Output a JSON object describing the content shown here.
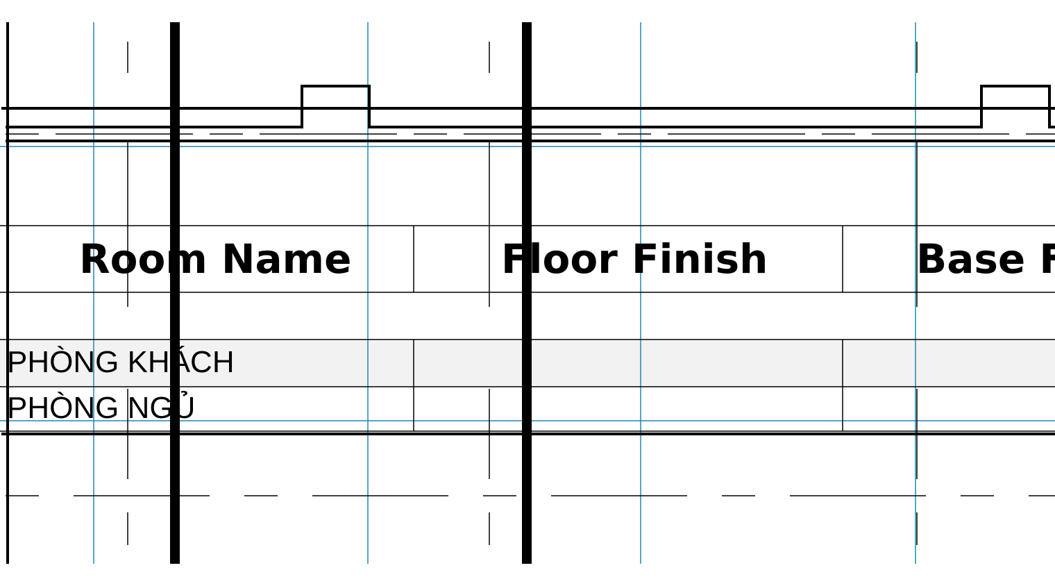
{
  "schedule": {
    "columns": [
      {
        "label": "Room Name"
      },
      {
        "label": "Floor Finish"
      },
      {
        "label": "Base F"
      }
    ],
    "rows": [
      {
        "room_name": "PHÒNG KHÁCH",
        "floor_finish": "",
        "base_finish": "",
        "highlighted": true
      },
      {
        "room_name": "PHÒNG NGỦ",
        "floor_finish": "",
        "base_finish": "",
        "highlighted": false
      }
    ]
  },
  "colors": {
    "background": "#ffffff",
    "ink": "#000000",
    "guide_line": "#1f87b0",
    "row_highlight": "#f2f2f2"
  }
}
